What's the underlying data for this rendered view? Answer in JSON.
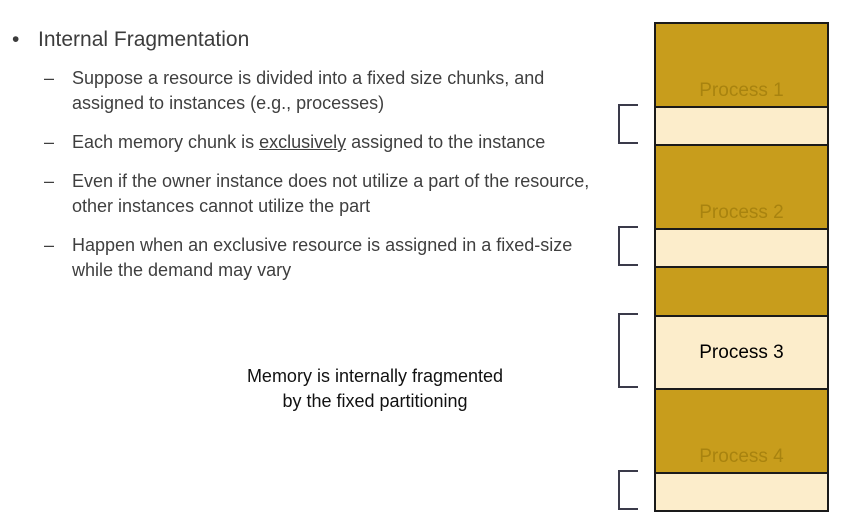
{
  "slide": {
    "title": "Internal Fragmentation",
    "title_bullet_marker": "•",
    "sub_bullet_marker": "–",
    "sub_bullets": [
      {
        "pre": "Suppose a resource is divided into a fixed size chunks, and assigned to instances (e.g., processes)",
        "underline": "",
        "post": ""
      },
      {
        "pre": "Each memory chunk is ",
        "underline": "exclusively",
        "post": " assigned to the instance"
      },
      {
        "pre": "Even if the owner instance does not utilize a part of the resource, other instances cannot utilize the part",
        "underline": "",
        "post": ""
      },
      {
        "pre": "Happen when an exclusive resource is assigned in a fixed-size while the demand may vary",
        "underline": "",
        "post": ""
      }
    ],
    "caption_line1": "Memory is internally fragmented",
    "caption_line2": "by the fixed partitioning"
  },
  "diagram": {
    "name": "memory-partition-diagram",
    "colors": {
      "used": "#C89D1C",
      "free": "#FCEDCB",
      "outline": "#1a1a1a",
      "dim_label": "#A8830F",
      "solid_label": "#000000",
      "bracket": "#3a3a4a"
    },
    "partitions": [
      {
        "label": "Process 1",
        "label_style": "dim",
        "used_height": 82,
        "free_height": 40,
        "bracket": true
      },
      {
        "label": "Process 2",
        "label_style": "dim",
        "used_height": 82,
        "free_height": 40,
        "bracket": true
      },
      {
        "label": "Process 3",
        "label_style": "solid",
        "used_height": 47,
        "free_height": 75,
        "bracket": true
      },
      {
        "label": "Process 4",
        "label_style": "dim",
        "used_height": 82,
        "free_height": 40,
        "bracket": true
      }
    ]
  }
}
